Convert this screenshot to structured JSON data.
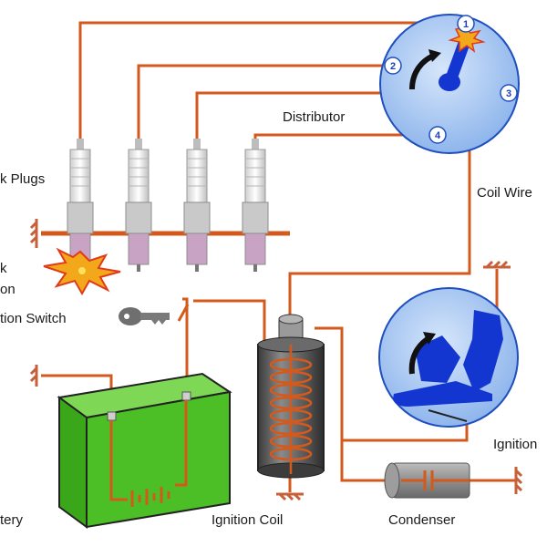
{
  "labels": {
    "spark_plugs": "k Plugs",
    "spark_ignition_top": "k",
    "spark_ignition_bottom": "on",
    "ignition_switch": "tion Switch",
    "battery": "tery",
    "ignition_coil": "Ignition Coil",
    "condenser": "Condenser",
    "distributor": "Distributor",
    "coil_wire": "Coil Wire",
    "ignition_right": "Ignition"
  },
  "distributor_terminals": [
    "1",
    "2",
    "3",
    "4"
  ],
  "colors": {
    "wire": "#d35a1c",
    "disc": "#a9c9f2",
    "disc_edge": "#1f4fbf",
    "rotor": "#1436d0",
    "battery_green": "#3aa61a",
    "battery_top": "#7fd855",
    "coil_body": "#555555",
    "ground": "#c7603a"
  },
  "icons": [
    "key-icon",
    "spark-burst-icon",
    "rotation-arrow-icon",
    "ground-symbol-icon",
    "battery-cell-icon"
  ]
}
